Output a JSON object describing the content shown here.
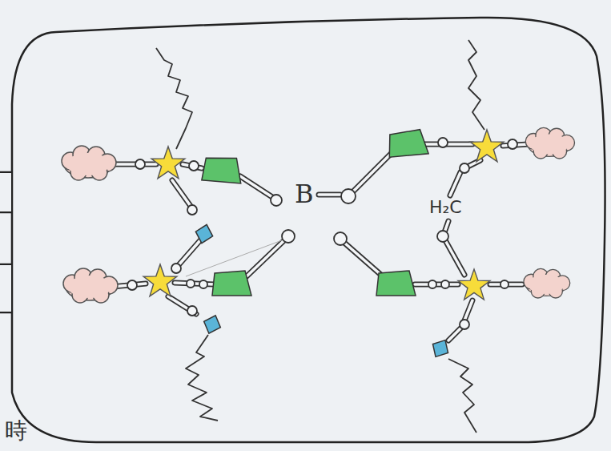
{
  "diagram": {
    "labels": [
      "B",
      "H₂C",
      "時"
    ]
  }
}
